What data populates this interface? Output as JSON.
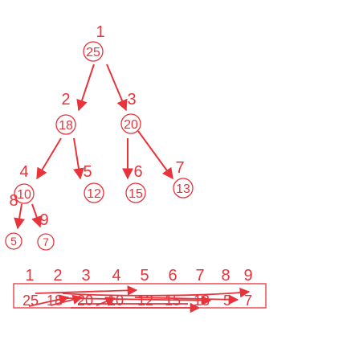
{
  "accent_color": "#e8333a",
  "tree": {
    "nodes": [
      {
        "index": "1",
        "value": "25"
      },
      {
        "index": "2",
        "value": "18"
      },
      {
        "index": "3",
        "value": "20"
      },
      {
        "index": "4",
        "value": "10"
      },
      {
        "index": "5",
        "value": "12"
      },
      {
        "index": "6",
        "value": "15"
      },
      {
        "index": "7",
        "value": "13"
      },
      {
        "index": "8",
        "value": "5"
      },
      {
        "index": "9",
        "value": "7"
      }
    ]
  },
  "array": {
    "indices": [
      "1",
      "2",
      "3",
      "4",
      "5",
      "6",
      "7",
      "8",
      "9"
    ],
    "values": [
      "25",
      "18",
      "20",
      "10",
      "12",
      "15",
      "13",
      "5",
      "7"
    ]
  }
}
